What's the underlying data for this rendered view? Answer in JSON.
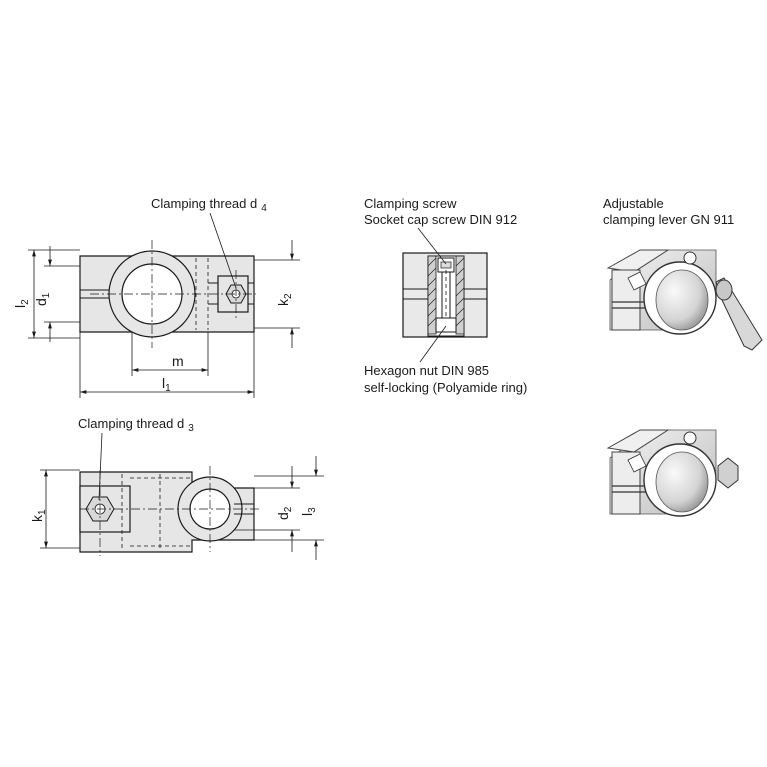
{
  "labels": {
    "clamping_thread_d4": {
      "text": "Clamping thread d",
      "sub": "4"
    },
    "clamping_thread_d3": {
      "text": "Clamping thread d",
      "sub": "3"
    },
    "clamping_screw": "Clamping screw",
    "socket_cap_screw": "Socket cap screw DIN 912",
    "hexagon_nut": "Hexagon nut  DIN 985",
    "self_locking": "self-locking (Polyamide ring)",
    "adjustable": "Adjustable",
    "clamping_lever": "clamping lever  GN 911"
  },
  "dimensions": {
    "l2": {
      "base": "l",
      "sub": "2"
    },
    "d1": {
      "base": "d",
      "sub": "1"
    },
    "k2": {
      "base": "k",
      "sub": "2"
    },
    "m": {
      "base": "m",
      "sub": ""
    },
    "l1": {
      "base": "l",
      "sub": "1"
    },
    "k1": {
      "base": "k",
      "sub": "1"
    },
    "d2": {
      "base": "d",
      "sub": "2"
    },
    "l3": {
      "base": "l",
      "sub": "3"
    }
  },
  "colors": {
    "line": "#1a1a1a",
    "body_fill": "#e6e6e6",
    "render_light": "#f2f2f2",
    "render_shadow": "#b0b0b0"
  }
}
